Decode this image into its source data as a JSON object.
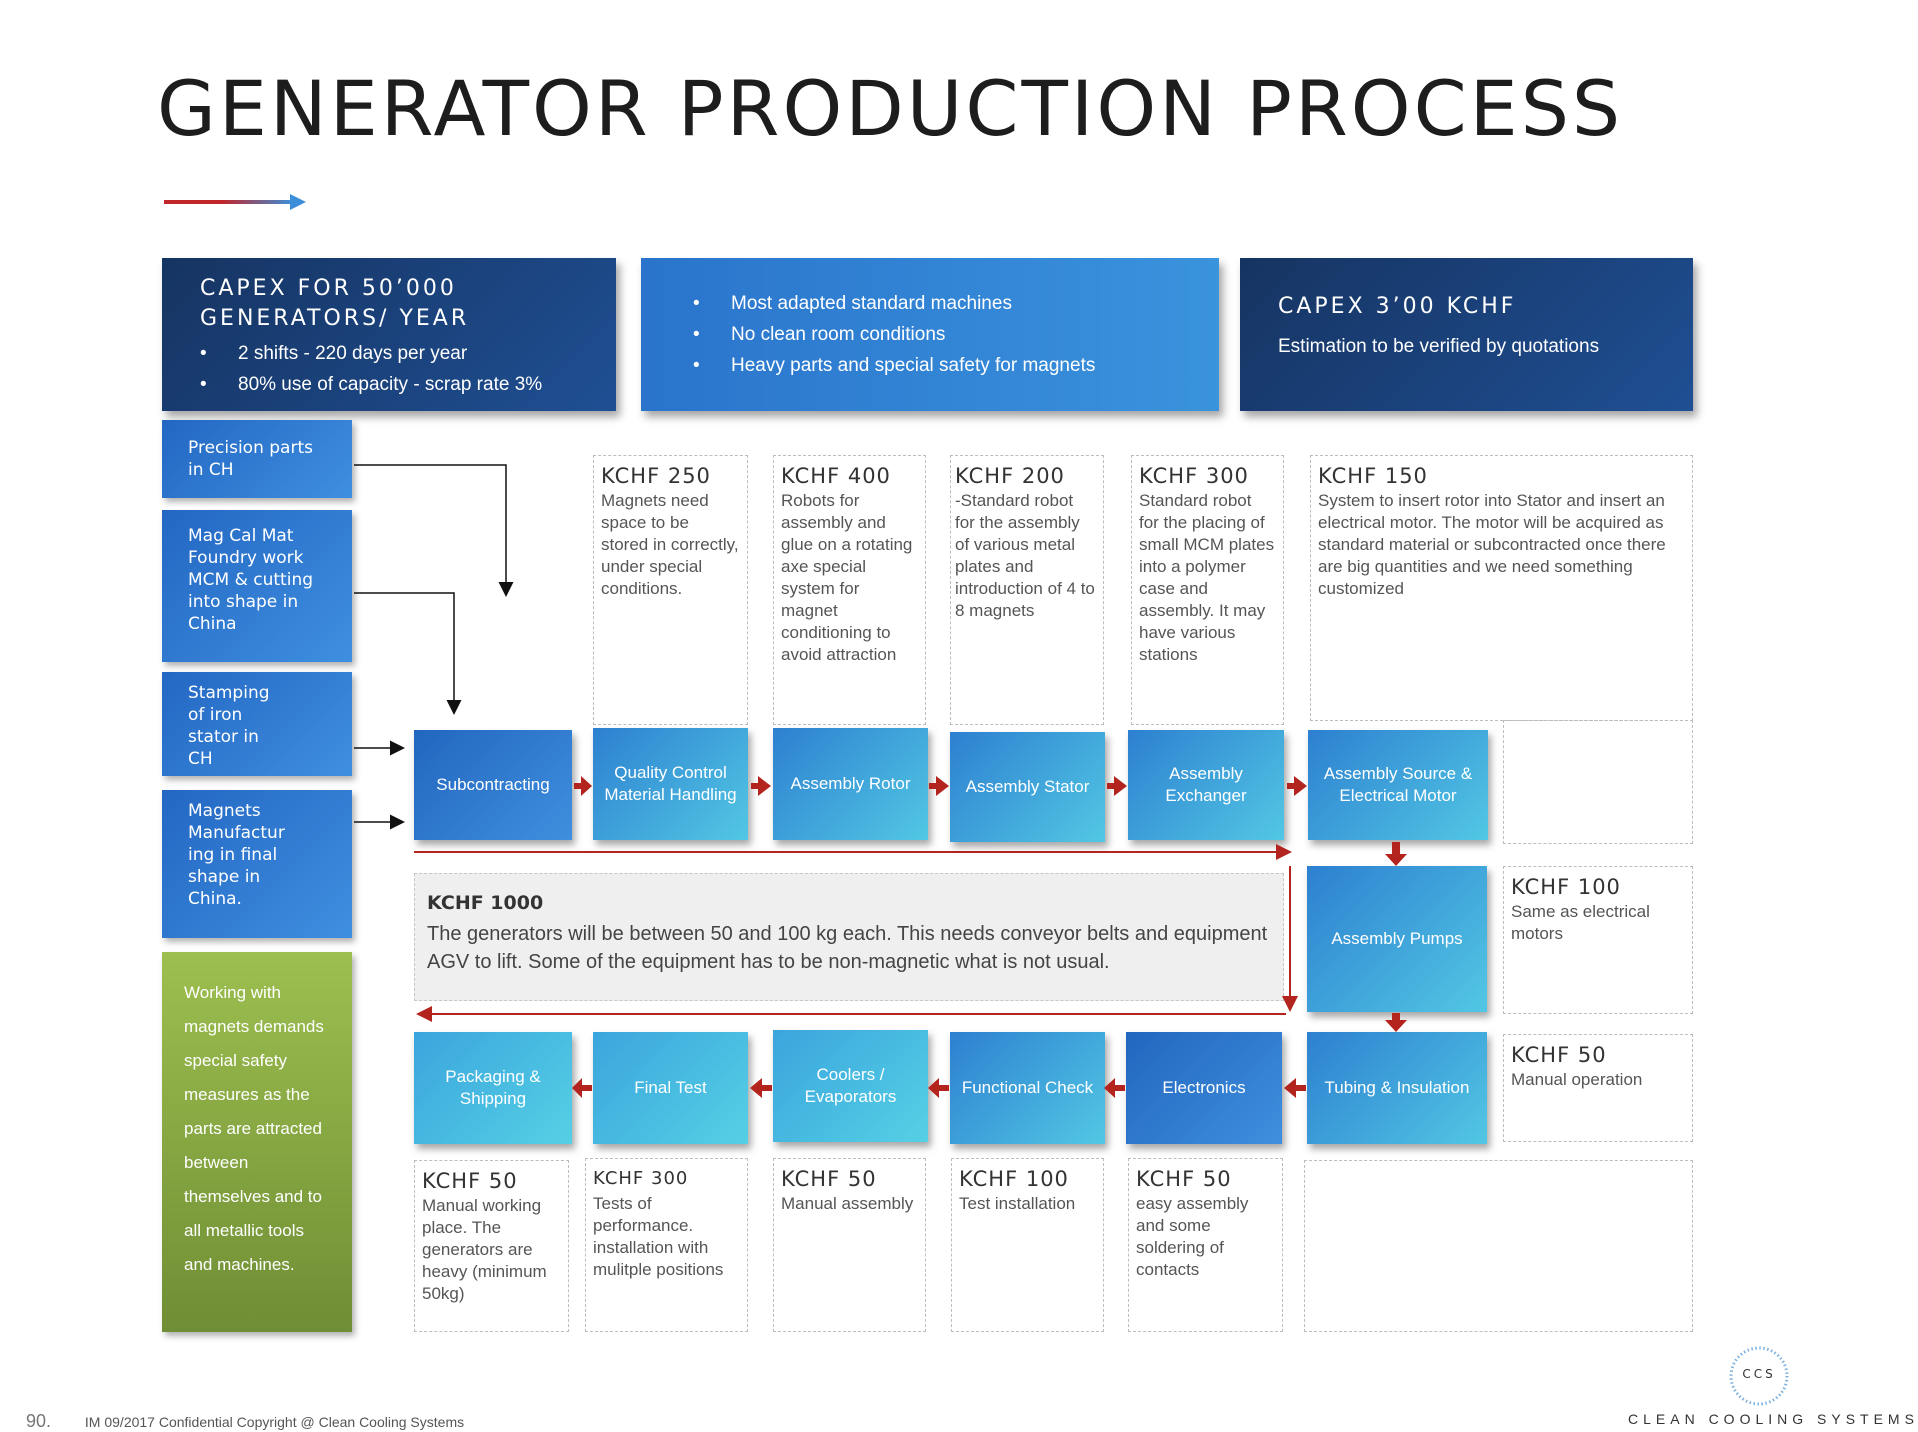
{
  "title": "GENERATOR PRODUCTION PROCESS",
  "banners": {
    "left": {
      "title_line1": "CAPEX FOR 50’000",
      "title_line2": "GENERATORS/ YEAR",
      "items": [
        "2 shifts - 220 days per year",
        "80% use of capacity - scrap rate 3%"
      ]
    },
    "middle": {
      "items": [
        "Most adapted standard machines",
        "No clean room conditions",
        "Heavy parts and special safety for magnets"
      ]
    },
    "right": {
      "title": "CAPEX 3’00 KCHF",
      "subtitle": "Estimation to be verified by quotations"
    }
  },
  "inputs": [
    {
      "label": "Precision parts in CH"
    },
    {
      "label": "Mag Cal Mat Foundry work MCM & cutting into shape in China"
    },
    {
      "label": "Stamping of iron stator in CH"
    },
    {
      "label": "Magnets Manufactur ing in final shape in China."
    }
  ],
  "safety_note": "Working with magnets demands special safety measures as the parts are attracted between themselves and to all metallic tools and machines.",
  "steps_top": [
    "Subcontracting",
    "Quality Control Material Handling",
    "Assembly Rotor",
    "Assembly Stator",
    "Assembly Exchanger",
    "Assembly Source & Electrical Motor"
  ],
  "step_pumps": "Assembly Pumps",
  "steps_bottom": [
    "Packaging & Shipping",
    "Final Test",
    "Coolers / Evaporators",
    "Functional Check",
    "Electronics",
    "Tubing & Insulation"
  ],
  "notes_top": [
    {
      "cost": "KCHF 250",
      "text": "Magnets need space to be stored in correctly, under special conditions."
    },
    {
      "cost": "KCHF 400",
      "text": "Robots for assembly and glue on a rotating axe special system for magnet conditioning to avoid attraction"
    },
    {
      "cost": "KCHF 200",
      "text": "-Standard robot for the assembly of various metal plates and introduction of 4 to 8 magnets"
    },
    {
      "cost": "KCHF 300",
      "text": "Standard robot for the placing of small MCM plates into a polymer case and assembly. It may have various stations"
    },
    {
      "cost": "KCHF 150",
      "text": "System to insert rotor into Stator and  insert an electrical motor. The motor will be acquired as standard material or subcontracted once there are big quantities and we need something customized"
    }
  ],
  "notes_right": [
    {
      "cost": "KCHF 100",
      "text": "Same as electrical motors"
    },
    {
      "cost": "KCHF 50",
      "text": "Manual operation"
    }
  ],
  "center_note": {
    "cost": "KCHF 1000",
    "text": "The generators will be between 50 and 100 kg each. This needs conveyor belts and equipment AGV to lift. Some of the equipment has to be non-magnetic what is not usual."
  },
  "notes_bottom": [
    {
      "cost": "KCHF 50",
      "text": "Manual working place. The generators are heavy (minimum 50kg)"
    },
    {
      "cost": "KCHF 300",
      "text": "Tests of performance. installation with mulitple positions"
    },
    {
      "cost": "KCHF 50",
      "text": "Manual assembly"
    },
    {
      "cost": "KCHF 100",
      "text": "Test installation"
    },
    {
      "cost": "KCHF 50",
      "text": "easy assembly and some soldering of contacts"
    }
  ],
  "footer": {
    "page": "90.",
    "text": "IM 09/2017 Confidential Copyright @ Clean Cooling Systems",
    "logo_text": "CCS",
    "brand": "CLEAN COOLING SYSTEMS"
  },
  "colors": {
    "arrow_red": "#b3241f",
    "dark_blue": "#163462",
    "blue": "#2a74cc",
    "teal": "#52c7e4",
    "green": "#8aab45"
  }
}
